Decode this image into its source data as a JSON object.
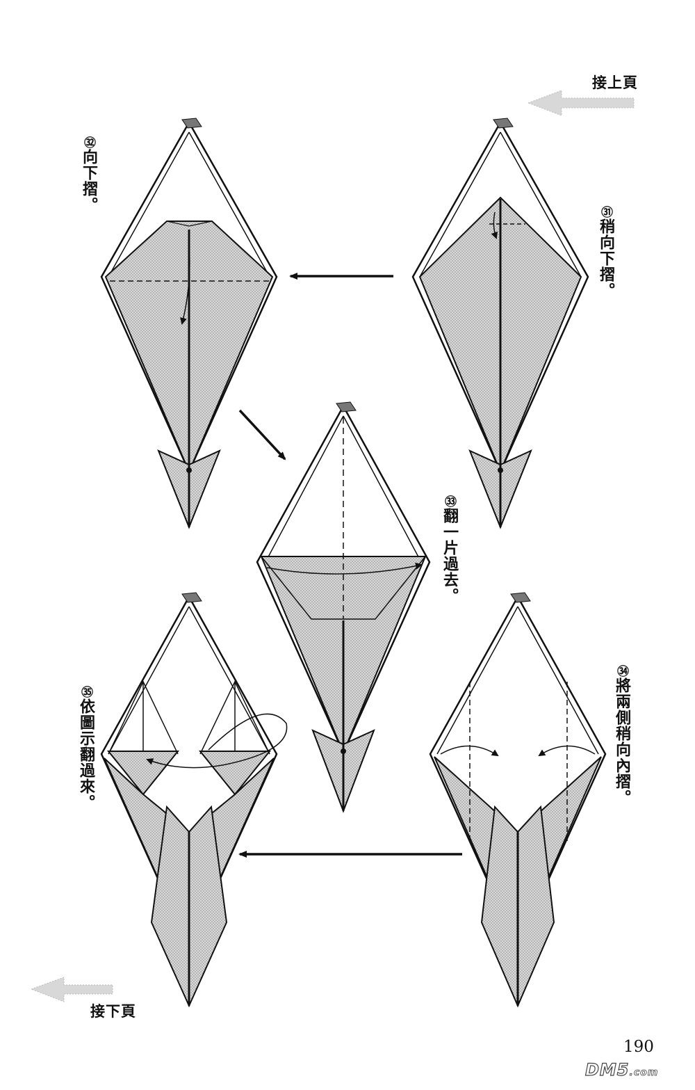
{
  "navigation": {
    "continued_from": "接上頁",
    "continued_to": "接下頁"
  },
  "steps": [
    {
      "number": "31",
      "marker": "㉛",
      "text": "稍向下摺。"
    },
    {
      "number": "32",
      "marker": "㉜",
      "text": "向下摺。"
    },
    {
      "number": "33",
      "marker": "㉝",
      "text": "翻一片過去。"
    },
    {
      "number": "34",
      "marker": "㉞",
      "text": "將兩側稍向內摺。"
    },
    {
      "number": "35",
      "marker": "㉟",
      "text": "依圖示翻過來。"
    }
  ],
  "page_number": "190",
  "watermark": {
    "brand": "DM5",
    "suffix": ".com"
  },
  "colors": {
    "paper_fill": "#cfcfcf",
    "line": "#111111",
    "nav_arrow": "#d3d3d3"
  }
}
